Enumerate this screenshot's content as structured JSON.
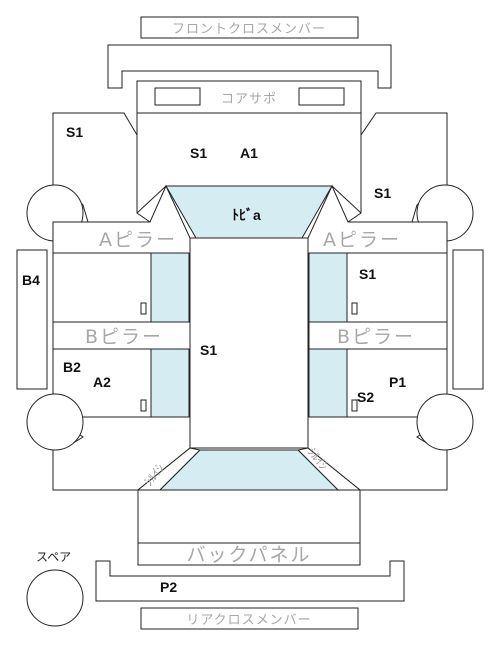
{
  "diagram": {
    "labels": {
      "front_cross_member": "フロントクロスメンバー",
      "core_support": "コアサポ",
      "a_pillar_left": "Aピラー",
      "a_pillar_right": "Aピラー",
      "b_pillar_left": "Bピラー",
      "b_pillar_right": "Bピラー",
      "back_panel": "バックパネル",
      "rear_cross_member": "リアクロスメンバー",
      "door_left": "ﾄﾋﾞa",
      "corner_left": "ｼﾙｲｼ",
      "corner_right": "ｼﾙｲｼ",
      "spare": "スペア"
    },
    "codes": {
      "hood_s1": "S1",
      "hood_a1": "A1",
      "fender_left": "S1",
      "fender_right": "S1",
      "roof": "S1",
      "left_side": "B4",
      "rear_door_left_b2": "B2",
      "rear_door_left_a2": "A2",
      "front_door_right": "S1",
      "rear_door_right_s2": "S2",
      "rear_door_right_p1": "P1",
      "trunk": "P2"
    },
    "colors": {
      "glass": "#d5ecf3",
      "line": "#222222",
      "label_gray": "#a7a7a7"
    }
  }
}
